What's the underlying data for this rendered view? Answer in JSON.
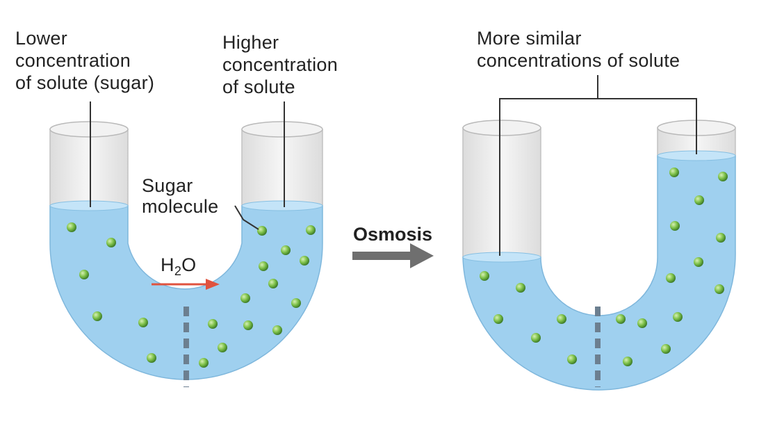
{
  "labels": {
    "left_low": [
      "Lower",
      "concentration",
      "of solute (sugar)"
    ],
    "left_high": [
      "Higher",
      "concentration",
      "of solute"
    ],
    "sugar": [
      "Sugar",
      "molecule"
    ],
    "water": {
      "main": "H",
      "sub": "2",
      "end": "O"
    },
    "process": "Osmosis",
    "right": [
      "More similar",
      "concentrations of solute"
    ]
  },
  "colors": {
    "water": "#9fd0ef",
    "water_surface": "#c4e4f8",
    "tube_glass": "#ededed",
    "tube_rim": "#d9d9d9",
    "tube_outline": "#b9b9b9",
    "membrane": "#6c7f90",
    "molecule": "#7fc24a",
    "molecule_edge": "#3f7f2a",
    "arrow_red": "#e0533f",
    "arrow_gray": "#6f6f6f",
    "leader": "#333333"
  },
  "icons": [
    "sugar-molecule-icon",
    "water-flow-arrow-icon",
    "osmosis-arrow-icon"
  ]
}
